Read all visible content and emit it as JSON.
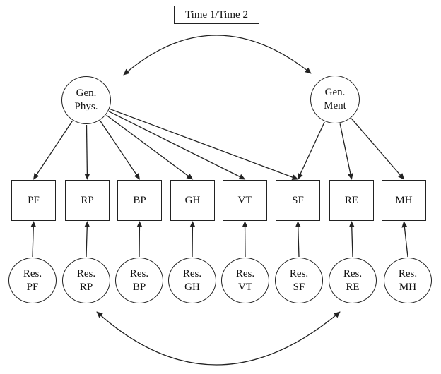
{
  "title": "Time 1/Time 2",
  "factors": {
    "physical": {
      "line1": "Gen.",
      "line2": "Phys."
    },
    "mental": {
      "line1": "Gen.",
      "line2": "Ment"
    }
  },
  "indicators": [
    "PF",
    "RP",
    "BP",
    "GH",
    "VT",
    "SF",
    "RE",
    "MH"
  ],
  "residuals": [
    {
      "line1": "Res.",
      "line2": "PF"
    },
    {
      "line1": "Res.",
      "line2": "RP"
    },
    {
      "line1": "Res.",
      "line2": "BP"
    },
    {
      "line1": "Res.",
      "line2": "GH"
    },
    {
      "line1": "Res.",
      "line2": "VT"
    },
    {
      "line1": "Res.",
      "line2": "SF"
    },
    {
      "line1": "Res.",
      "line2": "RE"
    },
    {
      "line1": "Res.",
      "line2": "MH"
    }
  ],
  "loadings": {
    "physical": [
      "PF",
      "RP",
      "BP",
      "GH",
      "VT",
      "SF"
    ],
    "mental": [
      "SF",
      "RE",
      "MH"
    ]
  },
  "line_color": "#222222"
}
